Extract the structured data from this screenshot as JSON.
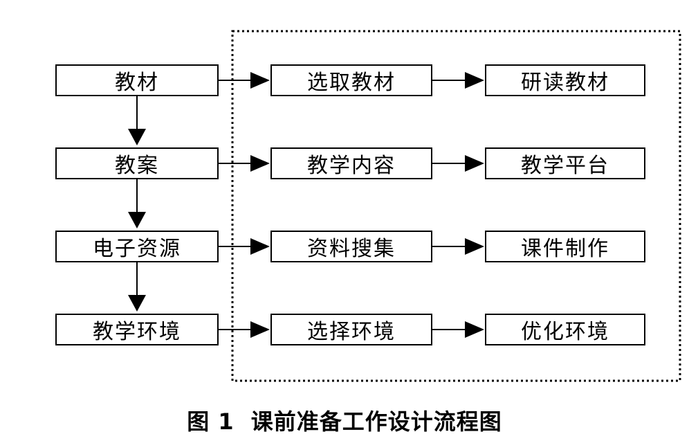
{
  "left_column": [
    "教材",
    "教案",
    "电子资源",
    "教学环境"
  ],
  "middle_column": [
    "选取教材",
    "教学内容",
    "资料搜集",
    "选择环境"
  ],
  "right_column": [
    "研读教材",
    "教学平台",
    "课件制作",
    "优化环境"
  ],
  "caption": {
    "figure_number": "图 1",
    "title": "课前准备工作设计流程图"
  }
}
